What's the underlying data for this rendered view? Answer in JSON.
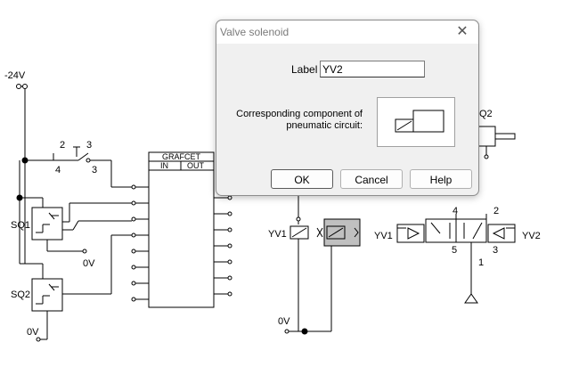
{
  "circuit": {
    "supply_label": "-24V",
    "zero_v_labels": [
      "0V",
      "0V",
      "0V"
    ],
    "switch_pins": [
      "2",
      "3",
      "4",
      "3"
    ],
    "sensor_labels": [
      "SQ1",
      "SQ2",
      "Q2"
    ],
    "grafcet": {
      "title": "GRAFCET",
      "in_label": "IN",
      "out_label": "OUT"
    },
    "solenoid_labels": [
      "YV1",
      "YV1",
      "YV2"
    ],
    "valve_ports": [
      "4",
      "2",
      "5",
      "3",
      "1"
    ]
  },
  "dialog": {
    "title": "Valve solenoid",
    "close_glyph": "✕",
    "label_caption": "Label",
    "label_value": "YV2",
    "component_caption": "Corresponding component of pneumatic circuit:",
    "ok_label": "OK",
    "cancel_label": "Cancel",
    "help_label": "Help"
  }
}
